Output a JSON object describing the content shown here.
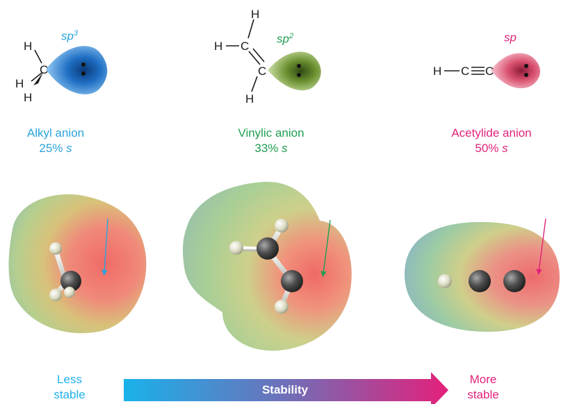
{
  "anions": [
    {
      "hybrid_base": "sp",
      "hybrid_sup": "3",
      "name": "Alkyl anion",
      "s_value": "25%",
      "s_letter": "s",
      "color": "#2aa3dc"
    },
    {
      "hybrid_base": "sp",
      "hybrid_sup": "2",
      "name": "Vinylic anion",
      "s_value": "33%",
      "s_letter": "s",
      "color": "#1f9e52"
    },
    {
      "hybrid_base": "sp",
      "hybrid_sup": "",
      "name": "Acetylide anion",
      "s_value": "50%",
      "s_letter": "s",
      "color": "#e0227a"
    }
  ],
  "atoms": {
    "h": "H",
    "c": "C"
  },
  "scale": {
    "left_line1": "Less",
    "left_line2": "stable",
    "arrow_label": "Stability",
    "right_line1": "More",
    "right_line2": "stable",
    "left_color": "#1fb0e8",
    "right_color": "#e0227a"
  }
}
